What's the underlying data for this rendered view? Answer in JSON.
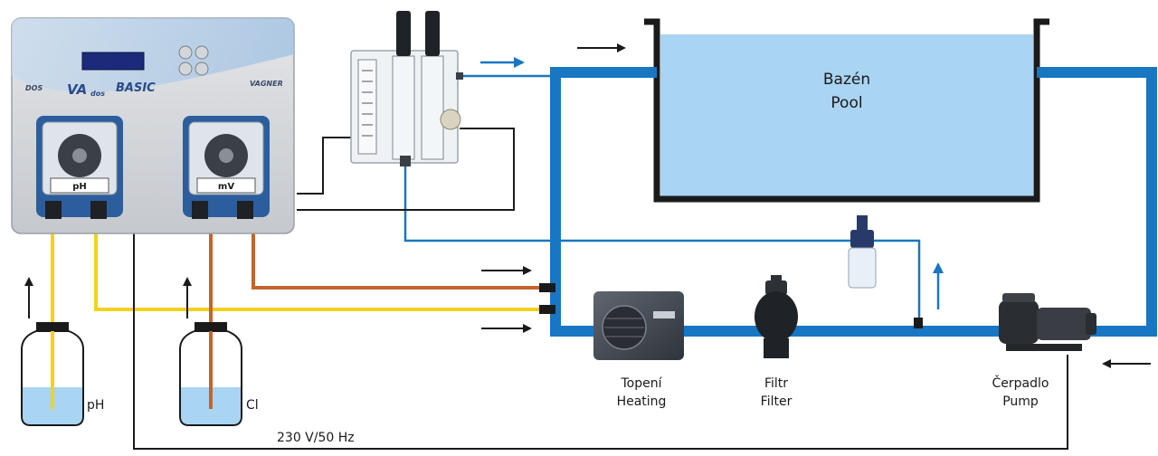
{
  "pool": {
    "line1": "Bazén",
    "line2": "Pool"
  },
  "controller": {
    "brand_left": "VA",
    "brand_sub": "dos",
    "brand_right": "BASIC",
    "brand_maker": "VAGNER",
    "brand_corner": "DOS",
    "pump_left_label": "pH",
    "pump_right_label": "mV"
  },
  "equipment": {
    "heating": {
      "line1": "Topení",
      "line2": "Heating"
    },
    "filter": {
      "line1": "Filtr",
      "line2": "Filter"
    },
    "pump": {
      "line1": "Čerpadlo",
      "line2": "Pump"
    }
  },
  "tanks": {
    "ph_label": "pH",
    "cl_label": "Cl"
  },
  "power": {
    "label": "230 V/50 Hz"
  },
  "colors": {
    "pipe": "#1976c2",
    "water": "#a9d4f2",
    "ph_line": "#f2d21e",
    "cl_line": "#c4642c",
    "signal": "#1a1a1a"
  }
}
